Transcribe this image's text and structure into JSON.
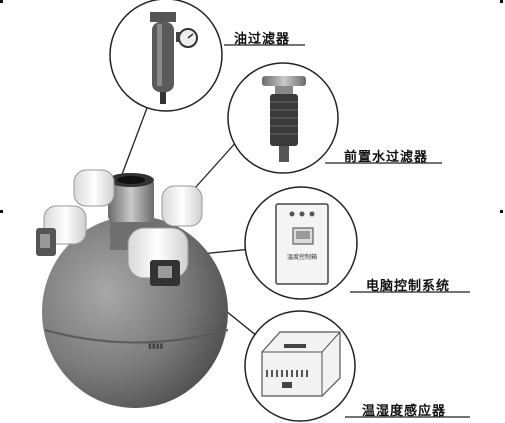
{
  "callouts": [
    {
      "id": "oil-filter",
      "label": "油过滤器"
    },
    {
      "id": "pre-filter",
      "label": "前置水过滤器"
    },
    {
      "id": "computer-control",
      "label": "电脑控制系统"
    },
    {
      "id": "temp-humidity",
      "label": "温湿度感应器"
    }
  ],
  "control_box": {
    "panel_text": "温度控制箱"
  },
  "colors": {
    "line": "#222222",
    "tank": "#777777",
    "cap": "#f2f2f2"
  }
}
